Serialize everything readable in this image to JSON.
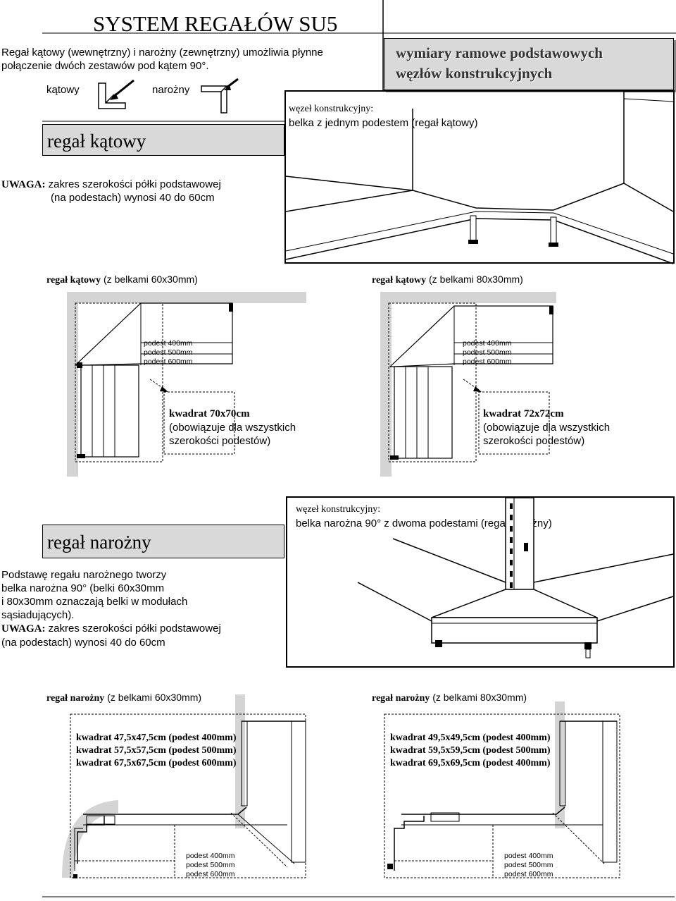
{
  "page_title": "SYSTEM REGAŁÓW SU5",
  "intro": {
    "line1": "Regał kątowy (wewnętrzny) i narożny (zewnętrzny) umożliwia płynne",
    "line2": "połączenie dwóch zestawów pod kątem 90°.",
    "label_katowy": "kątowy",
    "label_narozny": "narożny"
  },
  "header_box": {
    "line1": "wymiary ramowe podstawowych",
    "line2": "węzłów konstrukcyjnych"
  },
  "section_katowy": {
    "title": "regał kątowy",
    "node_label": "węzeł konstrukcyjny:",
    "node_desc": "belka z jednym podestem (regał kątowy)",
    "uwaga_label": "UWAGA:",
    "uwaga_text1": "zakres szerokości półki podstawowej",
    "uwaga_text2": "(na podestach) wynosi 40 do 60cm",
    "left": {
      "caption_bold": "regał kątowy",
      "caption_rest": "(z belkami 60x30mm)",
      "podest1": "podest 400mm",
      "podest2": "podest 500mm",
      "podest3": "podest 600mm",
      "kwadrat": "kwadrat 70x70cm",
      "note1": "(obowiązuje dla wszystkich",
      "note2": "szerokości podestów)"
    },
    "right": {
      "caption_bold": "regał kątowy",
      "caption_rest": "(z belkami 80x30mm)",
      "podest1": "podest 400mm",
      "podest2": "podest 500mm",
      "podest3": "podest 600mm",
      "kwadrat": "kwadrat 72x72cm",
      "note1": "(obowiązuje dla wszystkich",
      "note2": "szerokości podestów)"
    }
  },
  "section_narozny": {
    "title": "regał narożny",
    "node_label": "węzeł konstrukcyjny:",
    "node_desc": "belka narożna 90° z dwoma podestami (regał narożny)",
    "desc1": "Podstawę regału narożnego tworzy",
    "desc2": "belka narożna 90° (belki 60x30mm",
    "desc3": "i 80x30mm oznaczają belki w modułach",
    "desc4": "sąsiadujących).",
    "uwaga_label": "UWAGA:",
    "uwaga_text1": "zakres szerokości półki podstawowej",
    "uwaga_text2": "(na podestach) wynosi 40 do 60cm",
    "left": {
      "caption_bold": "regał narożny",
      "caption_rest": "(z belkami 60x30mm)",
      "k1": "kwadrat 47,5x47,5cm (podest 400mm)",
      "k2": "kwadrat 57,5x57,5cm (podest 500mm)",
      "k3": "kwadrat 67,5x67,5cm (podest 600mm)",
      "podest1": "podest 400mm",
      "podest2": "podest 500mm",
      "podest3": "podest 600mm"
    },
    "right": {
      "caption_bold": "regał narożny",
      "caption_rest": "(z belkami 80x30mm)",
      "k1": "kwadrat 49,5x49,5cm (podest 400mm)",
      "k2": "kwadrat 59,5x59,5cm (podest 500mm)",
      "k3": "kwadrat 69,5x69,5cm (podest 400mm)",
      "podest1": "podest 400mm",
      "podest2": "podest 500mm",
      "podest3": "podest 600mm"
    }
  }
}
